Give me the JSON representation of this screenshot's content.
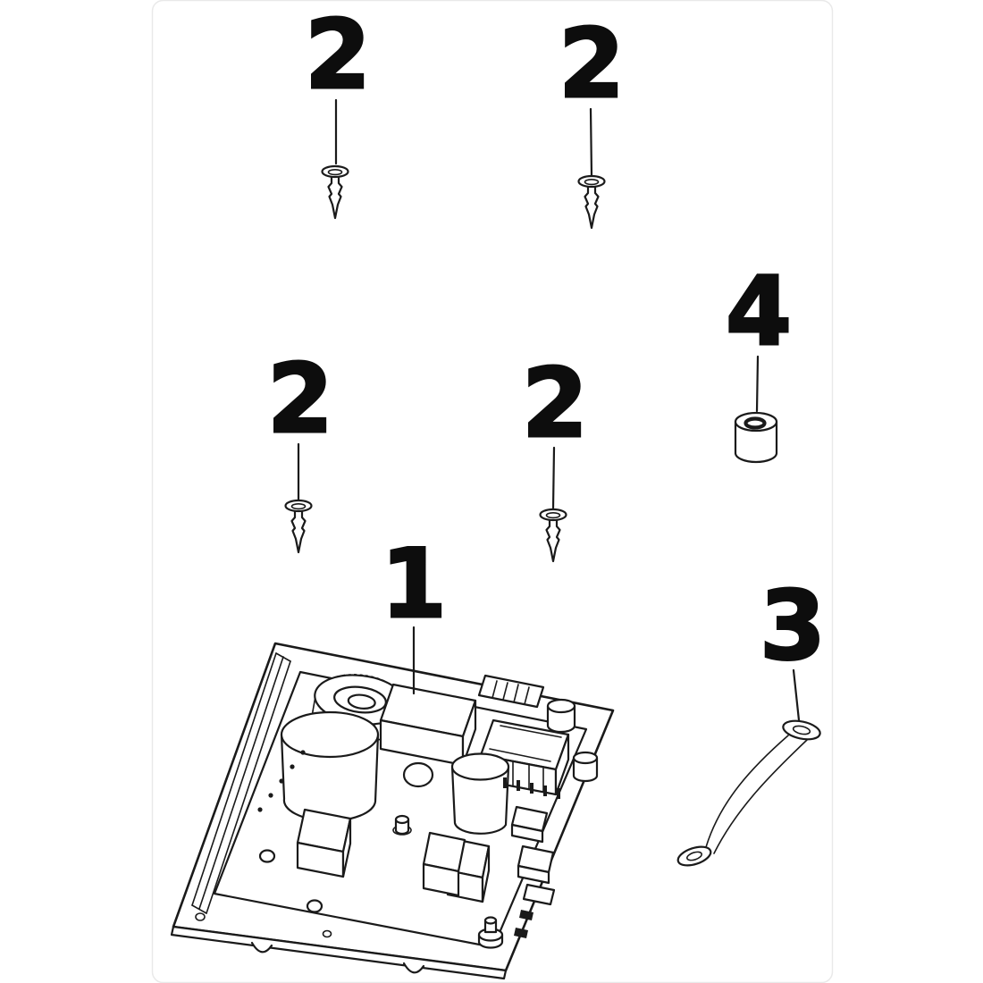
{
  "page": {
    "background_color": "#ffffff",
    "line_color": "#1a1a1a",
    "callout_color": "#0d0d0d"
  },
  "diagram": {
    "type": "exploded-parts-diagram",
    "callouts": {
      "board": "1",
      "screw_top_left": "2",
      "screw_top_right": "2",
      "screw_mid_left": "2",
      "screw_mid_right": "2",
      "ground_strap": "3",
      "spacer": "4"
    }
  }
}
